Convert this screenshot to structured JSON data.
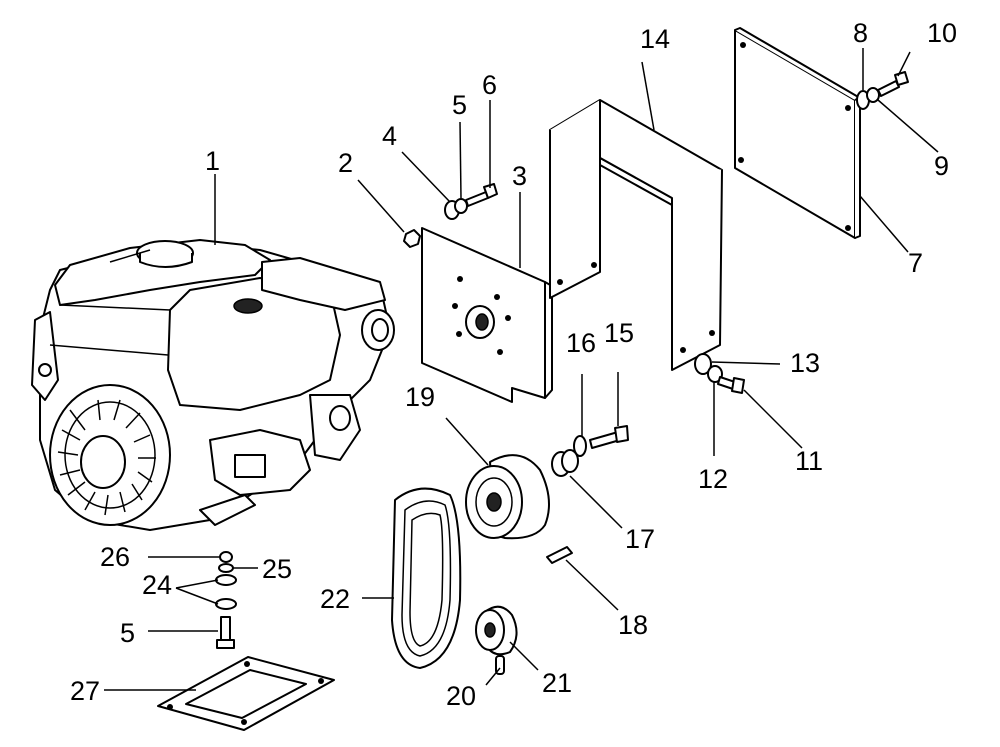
{
  "labels": {
    "l1": "1",
    "l2": "2",
    "l3": "3",
    "l4": "4",
    "l5": "5",
    "l6": "6",
    "l7": "7",
    "l8": "8",
    "l9": "9",
    "l10": "10",
    "l11": "11",
    "l12": "12",
    "l13": "13",
    "l14": "14",
    "l15": "15",
    "l16": "16",
    "l17": "17",
    "l18": "18",
    "l19": "19",
    "l20": "20",
    "l21": "21",
    "l22": "22",
    "l24": "24",
    "l25": "25",
    "l26": "26",
    "l27": "27",
    "l5b": "5"
  }
}
